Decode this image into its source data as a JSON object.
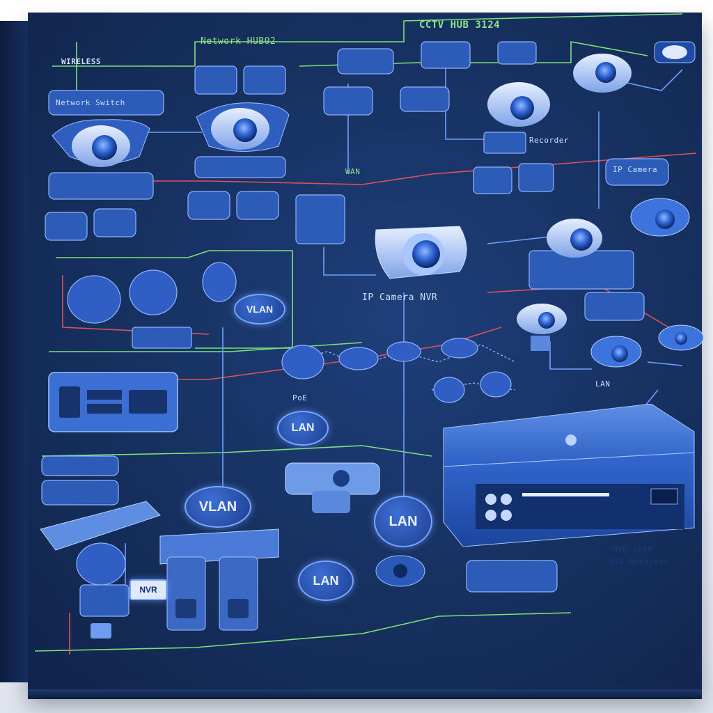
{
  "diagram": {
    "header_text": "CCTV HUB 3124",
    "header_left_text": "Network HUB02",
    "colors": {
      "board": "#16305f",
      "line_green": "#7fe07a",
      "line_red": "#e0505a",
      "line_blue": "#6fa0ff",
      "device": "#3d6fd6"
    },
    "nodes": {
      "vlan_top": "VLAN",
      "lan_mid": "LAN",
      "vlan_bottom": "VLAN",
      "lan_bottom_right": "LAN",
      "lan_bottom": "LAN",
      "nvr_label": "NVR"
    },
    "labels": {
      "top_left": "WIRELESS",
      "left_module": "Network Switch",
      "camera_group": "IP Camera NVR",
      "recorder_label": "Recorder",
      "right_group": "IP Camera",
      "right_note": "NVR 1080",
      "bottom_right": "NVR Recorder",
      "small_1": "PoE",
      "small_2": "WAN",
      "small_3": "LAN"
    }
  }
}
